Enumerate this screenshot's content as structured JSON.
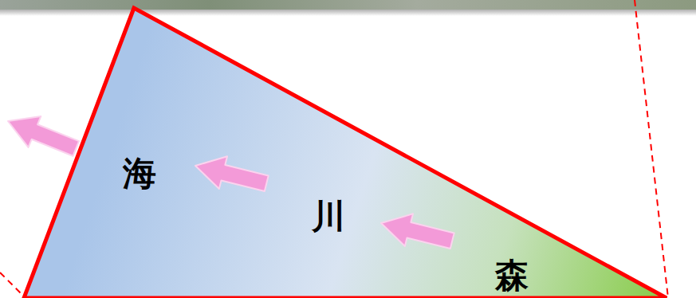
{
  "diagram": {
    "labels": [
      "海",
      "川",
      "森"
    ]
  }
}
